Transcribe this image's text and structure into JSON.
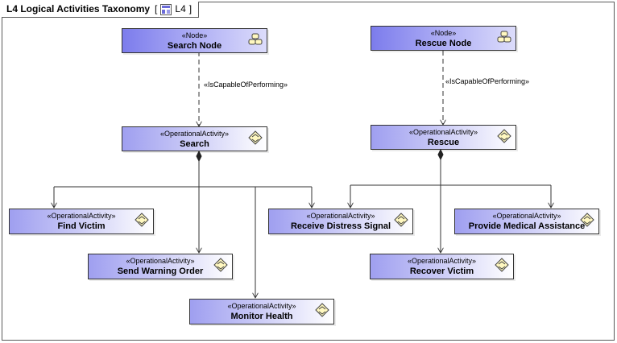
{
  "diagram": {
    "title": "L4 Logical Activities Taxonomy",
    "tag_open": "[",
    "tag_label": "L4",
    "tag_close": "]",
    "diagram_icon": "diagram-icon",
    "relation_label": "«IsCapableOfPerforming»"
  },
  "nodes": {
    "search_node": {
      "stereotype": "«Node»",
      "name": "Search Node",
      "icon": "node-icon"
    },
    "rescue_node": {
      "stereotype": "«Node»",
      "name": "Rescue Node",
      "icon": "node-icon"
    }
  },
  "activities": {
    "search": {
      "stereotype": "«OperationalActivity»",
      "name": "Search",
      "icon": "activity-icon"
    },
    "rescue": {
      "stereotype": "«OperationalActivity»",
      "name": "Rescue",
      "icon": "activity-icon"
    },
    "find_victim": {
      "stereotype": "«OperationalActivity»",
      "name": "Find Victim",
      "icon": "activity-icon"
    },
    "send_warning_order": {
      "stereotype": "«OperationalActivity»",
      "name": "Send Warning Order",
      "icon": "activity-icon"
    },
    "monitor_health": {
      "stereotype": "«OperationalActivity»",
      "name": "Monitor Health",
      "icon": "activity-icon"
    },
    "receive_distress_signal": {
      "stereotype": "«OperationalActivity»",
      "name": "Receive Distress Signal",
      "icon": "activity-icon"
    },
    "provide_medical_assistance": {
      "stereotype": "«OperationalActivity»",
      "name": "Provide Medical Assistance",
      "icon": "activity-icon"
    },
    "recover_victim": {
      "stereotype": "«OperationalActivity»",
      "name": "Recover Victim",
      "icon": "activity-icon"
    }
  },
  "colors": {
    "node_fill": "#7c7cec",
    "activity_fill": "#9f9ff0",
    "line": "#333333"
  }
}
